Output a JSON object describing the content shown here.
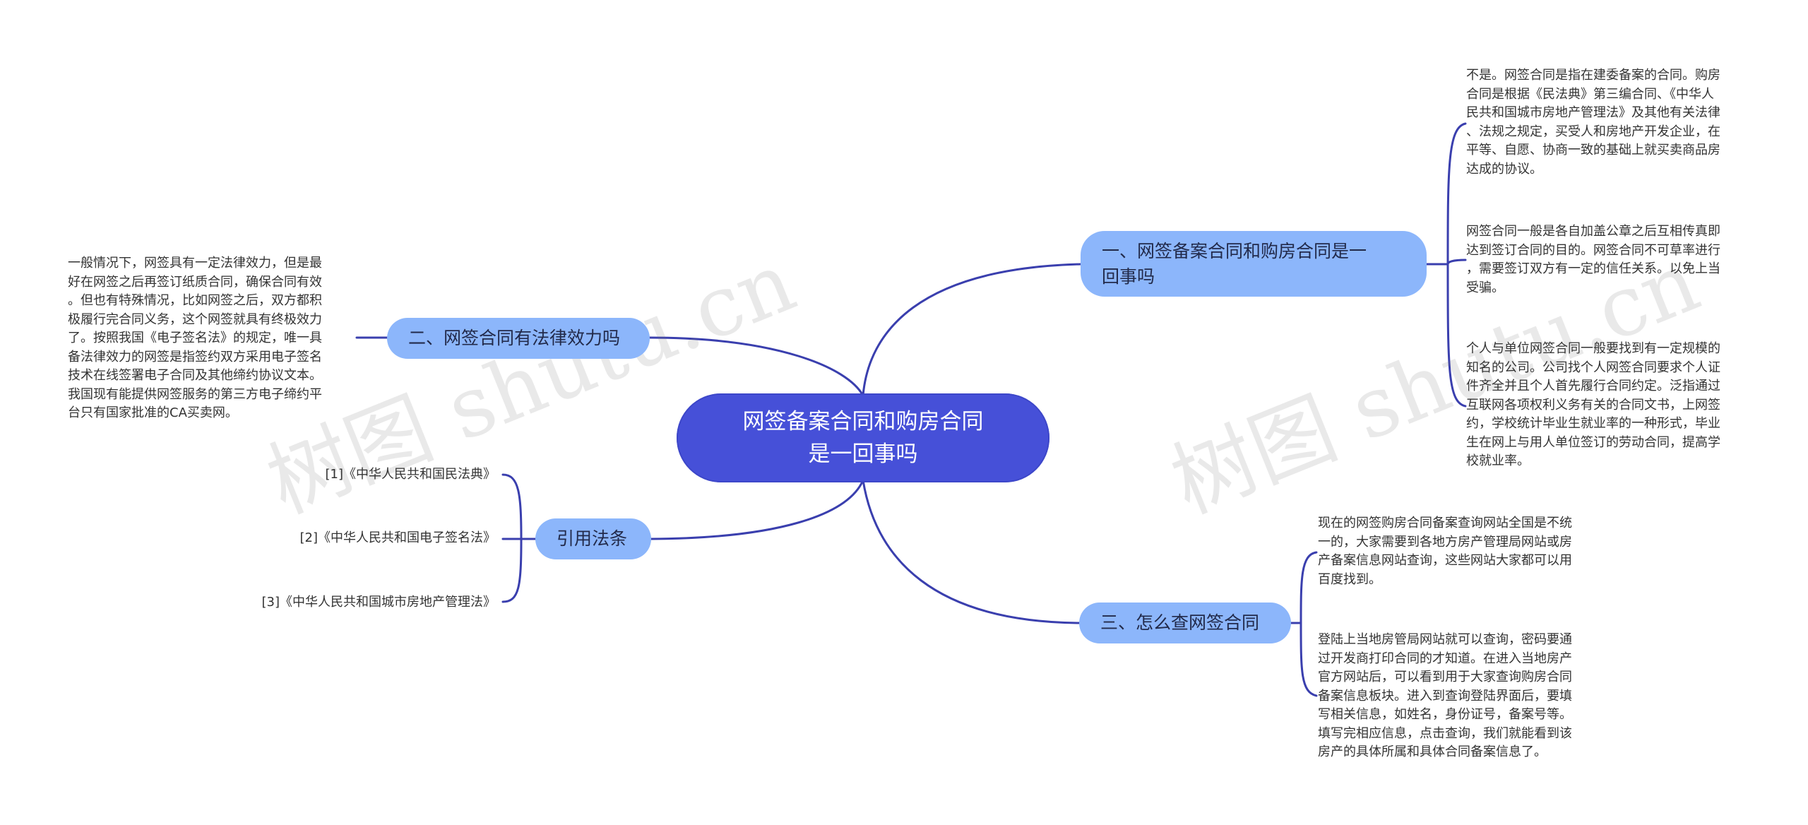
{
  "watermark": "树图 shutu.cn",
  "colors": {
    "edge": "#3a3fae",
    "root": "#4650d8",
    "branch": "#8cb6fb"
  },
  "root": {
    "label": "网签备案合同和购房合同\n是一回事吗"
  },
  "branches": [
    {
      "label": "一、网签备案合同和购房合同是一\n回事吗",
      "leaves": [
        "不是。网签合同是指在建委备案的合同。购房\n合同是根据《民法典》第三编合同、《中华人\n民共和国城市房地产管理法》及其他有关法律\n、法规之规定，买受人和房地产开发企业，在\n平等、自愿、协商一致的基础上就买卖商品房\n达成的协议。",
        "网签合同一般是各自加盖公章之后互相传真即\n达到签订合同的目的。网签合同不可草率进行\n，需要签订双方有一定的信任关系。以免上当\n受骗。",
        "个人与单位网签合同一般要找到有一定规模的\n知名的公司。公司找个人网签合同要求个人证\n件齐全并且个人首先履行合同约定。泛指通过\n互联网各项权利义务有关的合同文书，上网签\n约，学校统计毕业生就业率的一种形式，毕业\n生在网上与用人单位签订的劳动合同，提高学\n校就业率。"
      ]
    },
    {
      "label": "二、网签合同有法律效力吗",
      "leaves": [
        "一般情况下，网签具有一定法律效力，但是最\n好在网签之后再签订纸质合同，确保合同有效\n。但也有特殊情况，比如网签之后，双方都积\n极履行完合同义务，这个网签就具有终极效力\n了。按照我国《电子签名法》的规定，唯一具\n备法律效力的网签是指签约双方采用电子签名\n技术在线签署电子合同及其他缔约协议文本。\n我国现有能提供网签服务的第三方电子缔约平\n台只有国家批准的CA买卖网。"
      ]
    },
    {
      "label": "三、怎么查网签合同",
      "leaves": [
        "现在的网签购房合同备案查询网站全国是不统\n一的，大家需要到各地方房产管理局网站或房\n产备案信息网站查询，这些网站大家都可以用\n百度找到。",
        "登陆上当地房管局网站就可以查询，密码要通\n过开发商打印合同的才知道。在进入当地房产\n官方网站后，可以看到用于大家查询购房合同\n备案信息板块。进入到查询登陆界面后，要填\n写相关信息，如姓名，身份证号，备案号等。\n填写完相应信息，点击查询，我们就能看到该\n房产的具体所属和具体合同备案信息了。"
      ]
    },
    {
      "label": "引用法条",
      "leaves": [
        "[1]《中华人民共和国民法典》",
        "[2]《中华人民共和国电子签名法》",
        "[3]《中华人民共和国城市房地产管理法》"
      ]
    }
  ]
}
